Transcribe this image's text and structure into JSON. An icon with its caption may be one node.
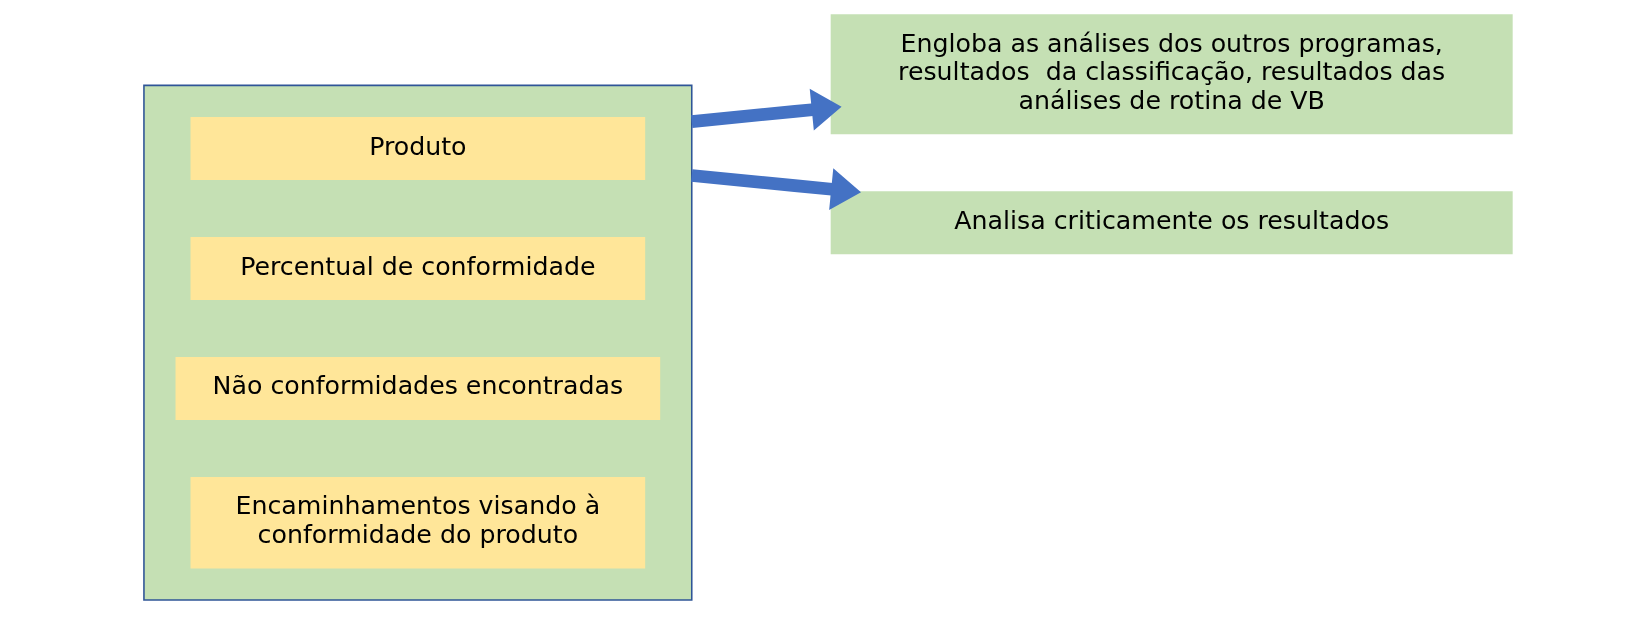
{
  "diagram": {
    "nodes": [
      {
        "text": [],
        "shape": "box"
      },
      {
        "text": [
          "Produto"
        ],
        "in": 0
      },
      {
        "text": [
          "Percentual de conformidade"
        ],
        "in": 0
      },
      {
        "text": [
          "Não conformidades encontradas"
        ],
        "in": 0
      },
      {
        "text": [
          "Encaminhamentos visando à conformidade do produto"
        ],
        "in": 0
      },
      {
        "text": [
          "Engloba as análises dos outros programas, resultados  da classificação, resultados das análises de rotina de VB"
        ]
      },
      {
        "text": [
          "Analisa criticamente os resultados"
        ]
      }
    ],
    "edges": [
      {
        "from": 0,
        "to": 5,
        "arrow": "to"
      },
      {
        "from": 0,
        "to": 6,
        "arrow": "to"
      }
    ]
  }
}
